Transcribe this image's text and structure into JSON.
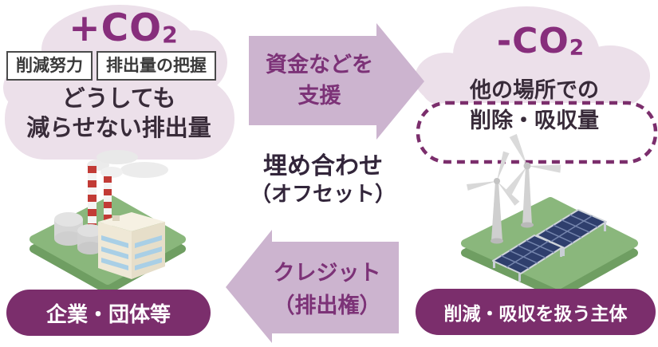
{
  "colors": {
    "cloud_pink": "#ece0ea",
    "arrow_fill": "#ccb4cf",
    "arrow_text": "#7c3277",
    "co2_text": "#872e7c",
    "pill_bg": "#7b2e6c",
    "pill_text": "#ffffff",
    "dark_text": "#382b39",
    "dashed_border": "#7b2e6c",
    "tag_border": "#4a4a4a",
    "platform_green": "#8ab77c",
    "solar_navy": "#2f3f6d",
    "chimney_red": "#c23b36"
  },
  "left_group": {
    "co2_label": {
      "main": "+CO",
      "sub": "2"
    },
    "tags": [
      {
        "label": "削減努力"
      },
      {
        "label": "排出量の把握"
      }
    ],
    "caption_line1": "どうしても",
    "caption_line2": "減らせない排出量",
    "pill_label": "企業・団体等",
    "illustration": "factory"
  },
  "right_group": {
    "co2_label": {
      "main": "-CO",
      "sub": "2"
    },
    "caption_line1": "他の場所での",
    "caption_line2": "削除・吸収量",
    "pill_label": "削減・吸収を扱う主体",
    "illustration": "wind-turbines-and-solar-panels"
  },
  "center": {
    "support_arrow": {
      "direction": "right",
      "line1": "資金などを",
      "line2": "支援"
    },
    "offset_label": {
      "line1": "埋め合わせ",
      "line2": "（オフセット）"
    },
    "credit_arrow": {
      "direction": "left",
      "line1": "クレジット",
      "line2": "（排出権）"
    }
  }
}
